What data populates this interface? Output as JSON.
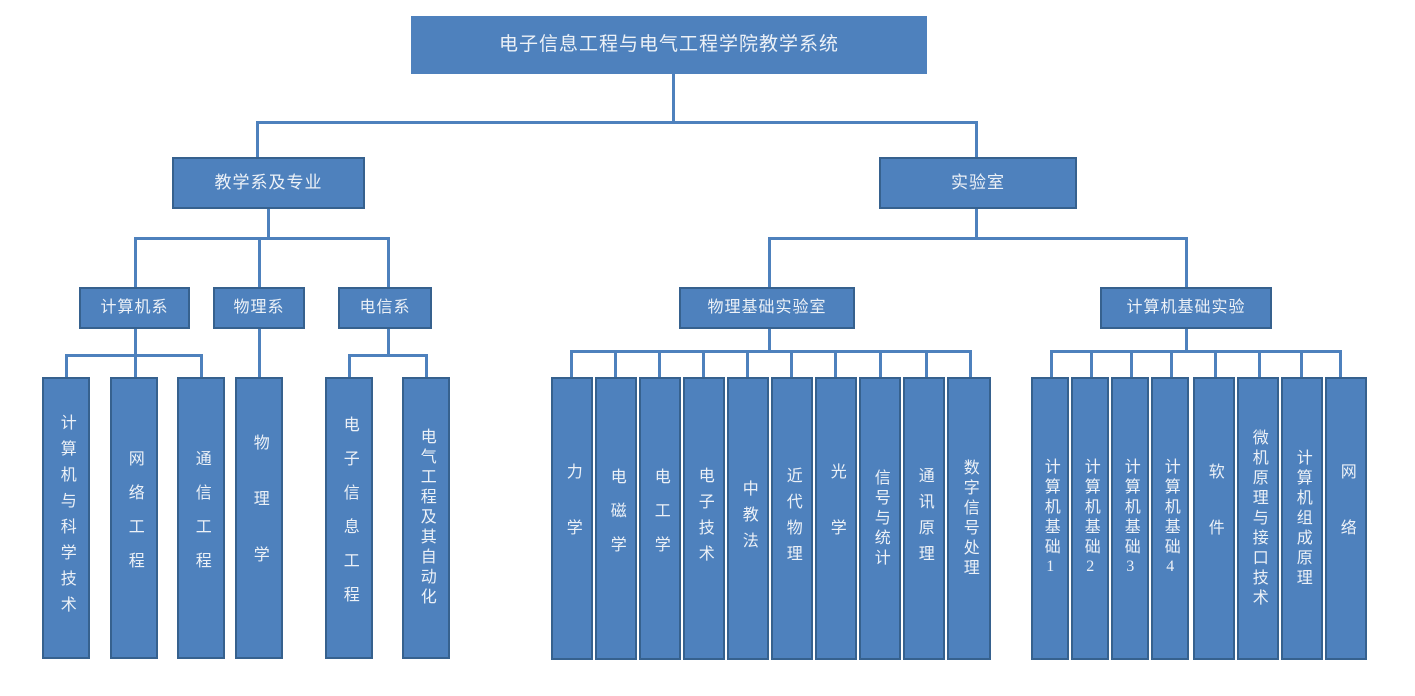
{
  "diagram": {
    "title": "电子信息工程与电气工程学院教学系统",
    "type": "organization-tree",
    "colors": {
      "node_fill": "#4E81BD",
      "node_border": "#36618E",
      "connector": "#4E81BD",
      "text": "#ECF1F7",
      "background": "#FFFFFF"
    },
    "root": {
      "label": "电子信息工程与电气工程学院教学系统"
    },
    "level2": [
      {
        "label": "教学系及专业"
      },
      {
        "label": "实验室"
      }
    ],
    "level3": [
      {
        "label": "计算机系"
      },
      {
        "label": "物理系"
      },
      {
        "label": "电信系"
      },
      {
        "label": "物理基础实验室"
      },
      {
        "label": "计算机基础实验"
      }
    ],
    "leaves": {
      "computer_dept": [
        {
          "label": "计算机与科学技术"
        },
        {
          "label": "网络工程"
        },
        {
          "label": "通信工程"
        }
      ],
      "physics_dept": [
        {
          "label": "物理学"
        }
      ],
      "telecom_dept": [
        {
          "label": "电子信息工程"
        },
        {
          "label": "电气工程及其自动化"
        }
      ],
      "physics_lab": [
        {
          "label": "力学"
        },
        {
          "label": "电磁学"
        },
        {
          "label": "电工学"
        },
        {
          "label": "电子技术"
        },
        {
          "label": "中教法"
        },
        {
          "label": "近代物理"
        },
        {
          "label": "光学"
        },
        {
          "label": "信号与统计"
        },
        {
          "label": "通讯原理"
        },
        {
          "label": "数字信号处理"
        }
      ],
      "computer_lab": [
        {
          "label": "计算机基础1"
        },
        {
          "label": "计算机基础2"
        },
        {
          "label": "计算机基础3"
        },
        {
          "label": "计算机基础4"
        },
        {
          "label": "软件"
        },
        {
          "label": "微机原理与接口技术"
        },
        {
          "label": "计算机组成原理"
        },
        {
          "label": "网络"
        }
      ]
    }
  }
}
